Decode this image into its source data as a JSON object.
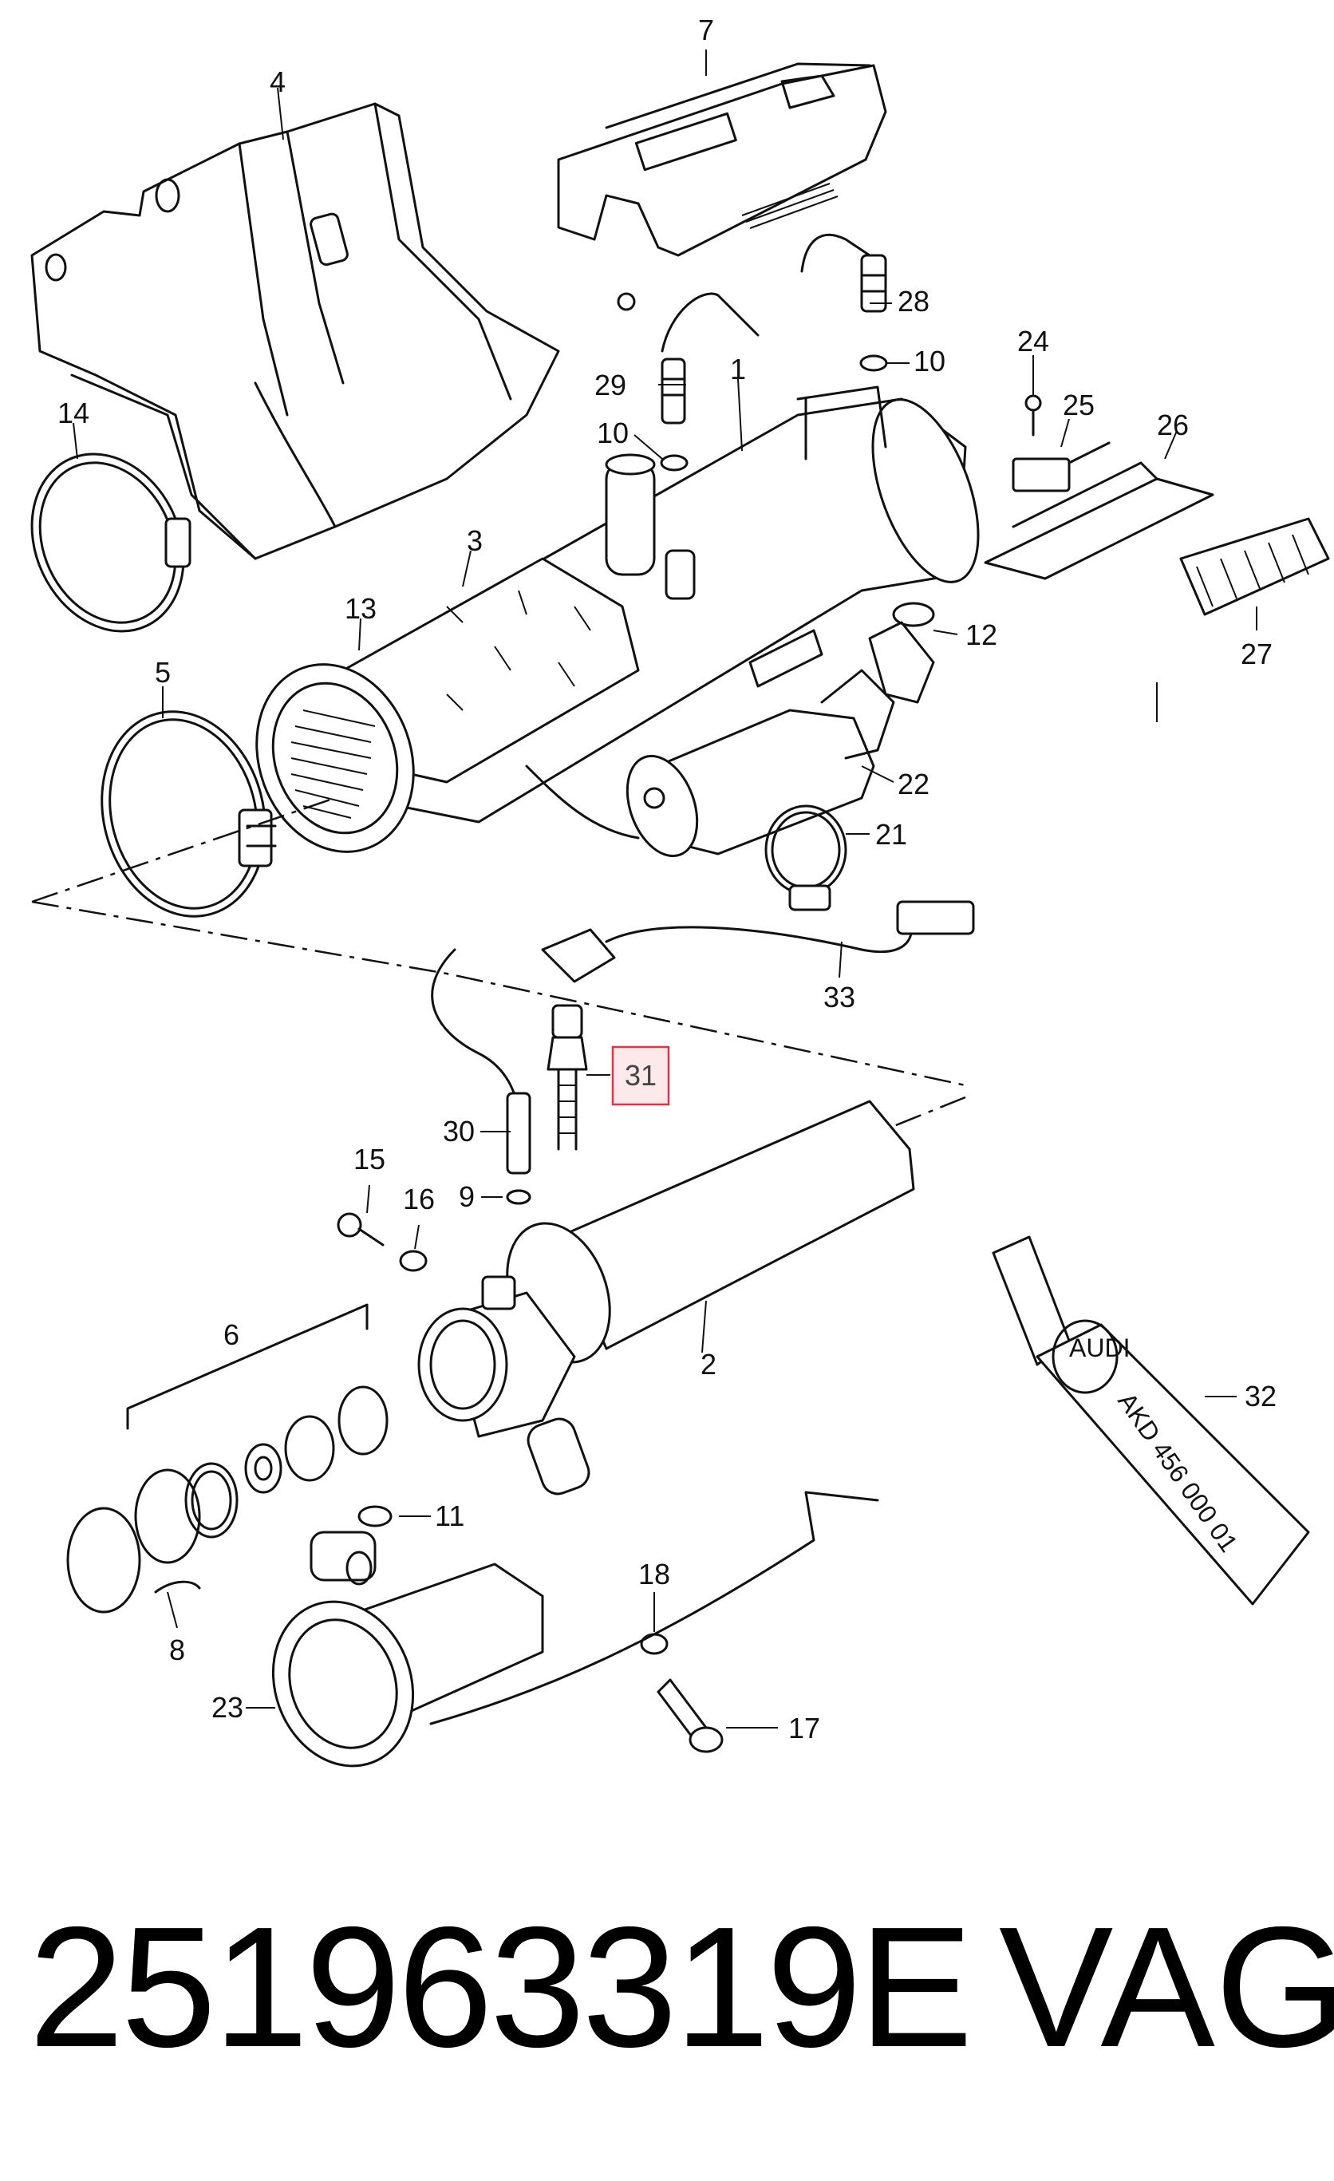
{
  "callouts": {
    "c1": "1",
    "c2": "2",
    "c3": "3",
    "c4": "4",
    "c5": "5",
    "c6": "6",
    "c7": "7",
    "c8": "8",
    "c9": "9",
    "c10a": "10",
    "c10b": "10",
    "c11": "11",
    "c12": "12",
    "c13": "13",
    "c14": "14",
    "c15": "15",
    "c16": "16",
    "c17": "17",
    "c18": "18",
    "c21": "21",
    "c22": "22",
    "c23": "23",
    "c24": "24",
    "c25": "25",
    "c26": "26",
    "c27": "27",
    "c28": "28",
    "c29": "29",
    "c30": "30",
    "c31": "31",
    "c32": "32",
    "c33": "33"
  },
  "highlighted_callout": "31",
  "highlight_color": "#e0334a",
  "tube": {
    "brand_mark": "AUDI",
    "text": "AKD 456 000 01"
  },
  "footer": {
    "part_number": "251963319E",
    "brand": "VAG"
  }
}
